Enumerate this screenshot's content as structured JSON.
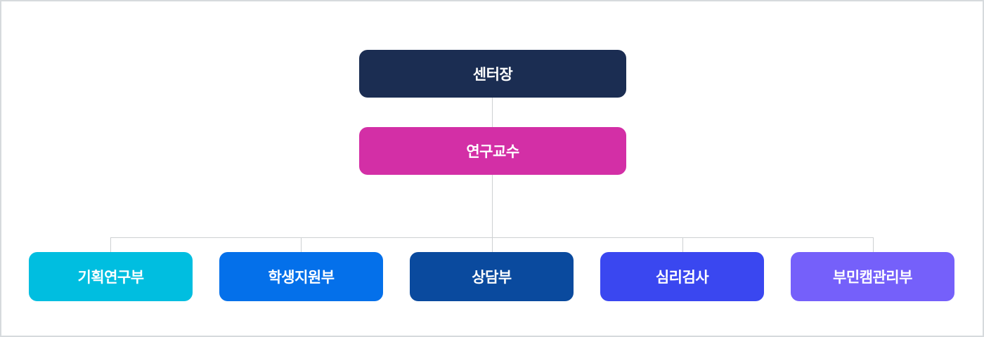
{
  "page": {
    "background": "#ffffff",
    "border_color": "#D6DADD",
    "connector_color": "#CDD0D2",
    "node_text_color": "#ffffff"
  },
  "org_chart": {
    "level1": {
      "label": "센터장",
      "color": "#1B2D52"
    },
    "level2": {
      "label": "연구교수",
      "color": "#D32FA6"
    },
    "level3": [
      {
        "label": "기획연구부",
        "color": "#00BEE0"
      },
      {
        "label": "학생지원부",
        "color": "#0470EA"
      },
      {
        "label": "상담부",
        "color": "#0A4A9E"
      },
      {
        "label": "심리검사",
        "color": "#3A47F0"
      },
      {
        "label": "부민캠관리부",
        "color": "#7560FA"
      }
    ]
  }
}
